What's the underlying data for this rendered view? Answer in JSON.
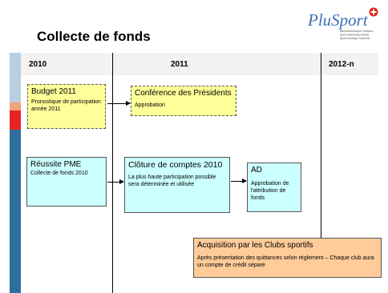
{
  "slide": {
    "title": "Collecte de fonds",
    "logo": {
      "name": "PluSport",
      "tagline": [
        "Behindertensport Schweiz",
        "Sport Handicap Suisse",
        "Sport Andicap Svizzera"
      ]
    }
  },
  "timeline": {
    "years": [
      "2010",
      "2011",
      "2012-n"
    ]
  },
  "boxes": {
    "budget": {
      "title": "Budget 2011",
      "sub": "Pronostique de participation année 2011"
    },
    "conference": {
      "title": "Conférence des Présidents",
      "sub": "Approbation"
    },
    "reussite": {
      "title": "Réussite PME",
      "sub": "Collecte de fonds 2010"
    },
    "cloture": {
      "title": "Clôture de comptes 2010",
      "sub": "La plus haute participation possible sera déterminée et utilisée"
    },
    "ad": {
      "title": "AD",
      "sub": "Approbation de l'attribution de fonds"
    },
    "acquisition": {
      "title": "Acquisition par les Clubs sportifs",
      "sub": "Après présentation des quittances selon réglement – Chaque club aura un compte de crédit séparé"
    }
  },
  "colors": {
    "stripe": [
      "#b9cfe0",
      "#f2a37a",
      "#e8231f",
      "#2e6f9e"
    ],
    "yellow": "#ffff99",
    "cyan": "#ccffff",
    "orange": "#ffcc99",
    "logo_red": "#e2231a",
    "logo_blue": "#3a6fb5"
  }
}
